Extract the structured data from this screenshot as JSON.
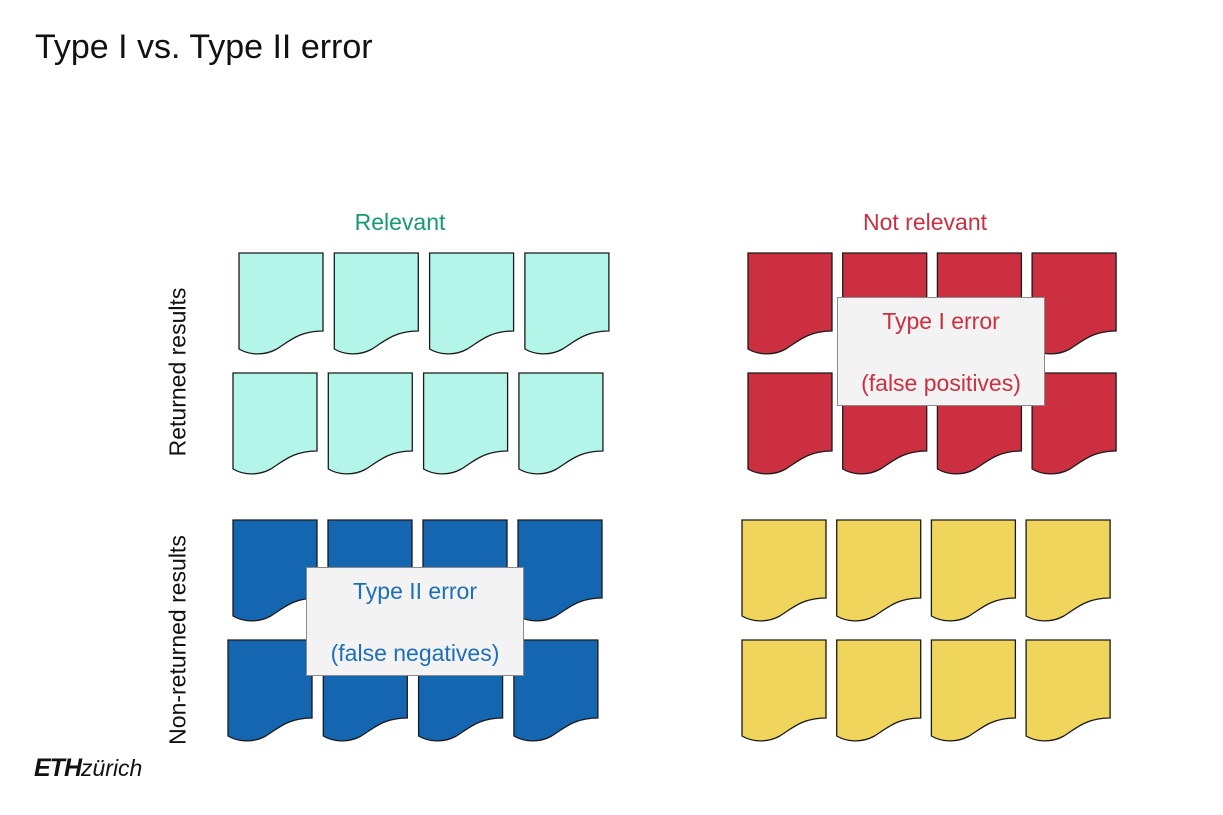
{
  "slide": {
    "title": "Type I vs. Type II error"
  },
  "columns": {
    "relevant": {
      "label": "Relevant",
      "color": "#159a73"
    },
    "not_relevant": {
      "label": "Not relevant",
      "color": "#cc2f3f"
    }
  },
  "rows": {
    "returned": {
      "label": "Returned results"
    },
    "non_returned": {
      "label": "Non-returned results"
    }
  },
  "quadrants": {
    "relevant_returned": {
      "fill": "#b3f5e8",
      "documents": 8
    },
    "not_relevant_returned": {
      "fill": "#cc2f3f",
      "documents": 8
    },
    "relevant_non_returned": {
      "fill": "#1466b0",
      "documents": 8
    },
    "not_relevant_non_returned": {
      "fill": "#f0d55c",
      "documents": 8
    }
  },
  "callouts": {
    "type1": {
      "line1": "Type I error",
      "line2": "(false positives)",
      "color": "#cc2f3f"
    },
    "type2": {
      "line1": "Type II error",
      "line2": "(false negatives)",
      "color": "#1e6fb8"
    }
  },
  "logo": {
    "bold": "ETH",
    "rest": "zürich"
  }
}
